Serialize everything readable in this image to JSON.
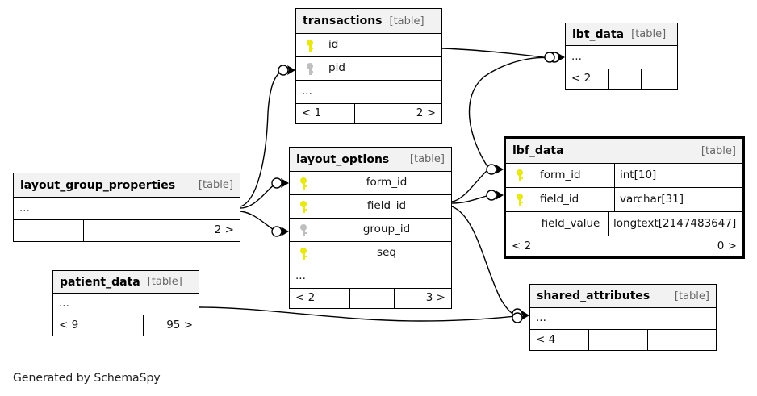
{
  "diagram": {
    "title": "SchemaSpy relationships diagram",
    "caption": "Generated by SchemaSpy",
    "table_tag": "[table]",
    "ellipsis": "...",
    "colors": {
      "background": "#ffffff",
      "node_border": "#000000",
      "header_fill": "#f2f2f2",
      "primary_key": "#e8e815",
      "foreign_key": "#bfbfbf",
      "edge": "#000000",
      "tag_text": "#666666"
    }
  },
  "tables": [
    {
      "id": "transactions",
      "name": "transactions",
      "tag": "[table]",
      "highlight": false,
      "columns": [
        {
          "key": "pk",
          "name": "id",
          "type": ""
        },
        {
          "key": "fk",
          "name": "pid",
          "type": ""
        },
        {
          "key": "none",
          "name": "...",
          "type": ""
        }
      ],
      "footer": {
        "left": "< 1",
        "mid": "",
        "right": "2 >"
      }
    },
    {
      "id": "lbt_data",
      "name": "lbt_data",
      "tag": "[table]",
      "highlight": false,
      "columns": [
        {
          "key": "none",
          "name": "...",
          "type": ""
        }
      ],
      "footer": {
        "left": "< 2",
        "mid": "",
        "right": ""
      }
    },
    {
      "id": "lbf_data",
      "name": "lbf_data",
      "tag": "[table]",
      "highlight": true,
      "columns": [
        {
          "key": "pk",
          "name": "form_id",
          "type": "int[10]"
        },
        {
          "key": "pk",
          "name": "field_id",
          "type": "varchar[31]"
        },
        {
          "key": "none",
          "name": "field_value",
          "type": "longtext[2147483647]"
        }
      ],
      "footer": {
        "left": "< 2",
        "mid": "",
        "right": "0 >"
      }
    },
    {
      "id": "layout_options",
      "name": "layout_options",
      "tag": "[table]",
      "highlight": false,
      "columns": [
        {
          "key": "pk",
          "name": "form_id",
          "type": ""
        },
        {
          "key": "pk",
          "name": "field_id",
          "type": ""
        },
        {
          "key": "fk",
          "name": "group_id",
          "type": ""
        },
        {
          "key": "pk",
          "name": "seq",
          "type": ""
        },
        {
          "key": "none",
          "name": "...",
          "type": ""
        }
      ],
      "footer": {
        "left": "< 2",
        "mid": "",
        "right": "3 >"
      }
    },
    {
      "id": "layout_group_properties",
      "name": "layout_group_properties",
      "tag": "[table]",
      "highlight": false,
      "columns": [
        {
          "key": "none",
          "name": "...",
          "type": ""
        }
      ],
      "footer": {
        "left": "",
        "mid": "",
        "right": "2 >"
      }
    },
    {
      "id": "patient_data",
      "name": "patient_data",
      "tag": "[table]",
      "highlight": false,
      "columns": [
        {
          "key": "none",
          "name": "...",
          "type": ""
        }
      ],
      "footer": {
        "left": "< 9",
        "mid": "",
        "right": "95 >"
      }
    },
    {
      "id": "shared_attributes",
      "name": "shared_attributes",
      "tag": "[table]",
      "highlight": false,
      "columns": [
        {
          "key": "none",
          "name": "...",
          "type": ""
        }
      ],
      "footer": {
        "left": "< 4",
        "mid": "",
        "right": ""
      }
    }
  ],
  "relationships": [
    {
      "from": "layout_group_properties",
      "to": "transactions"
    },
    {
      "from": "layout_group_properties",
      "to": "layout_options"
    },
    {
      "from": "layout_group_properties",
      "to": "layout_options"
    },
    {
      "from": "transactions",
      "to": "lbt_data"
    },
    {
      "from": "lbf_data",
      "to": "lbt_data"
    },
    {
      "from": "layout_options",
      "to": "lbf_data"
    },
    {
      "from": "layout_options",
      "to": "lbf_data"
    },
    {
      "from": "layout_options",
      "to": "shared_attributes"
    },
    {
      "from": "patient_data",
      "to": "shared_attributes"
    }
  ]
}
